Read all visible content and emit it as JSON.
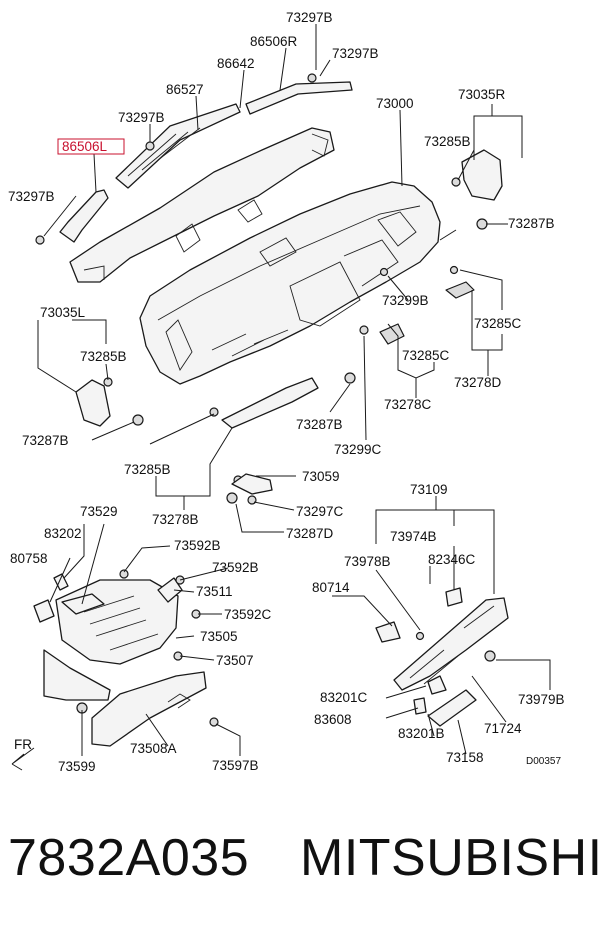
{
  "labels": {
    "l73297b_top": "73297B",
    "l86506r": "86506R",
    "l73297b_r": "73297B",
    "l86642": "86642",
    "l86527": "86527",
    "l73297b_mid": "73297B",
    "l86506l": "86506L",
    "l73297b_left": "73297B",
    "l73000": "73000",
    "l73035r": "73035R",
    "l73285b_r": "73285B",
    "l73287b_r": "73287B",
    "l73299b": "73299B",
    "l73285c_r": "73285C",
    "l73278d": "73278D",
    "l73285c_m": "73285C",
    "l73278c": "73278C",
    "l73035l": "73035L",
    "l73285b_l": "73285B",
    "l73287b_l": "73287B",
    "l73287b_c": "73287B",
    "l73299c": "73299C",
    "l73285b_c": "73285B",
    "l73059": "73059",
    "l73278b": "73278B",
    "l73297c": "73297C",
    "l73287d": "73287D",
    "l73109": "73109",
    "l73529": "73529",
    "l83202": "83202",
    "l80758": "80758",
    "l73592b_1": "73592B",
    "l73592b_2": "73592B",
    "l73511": "73511",
    "l73592c": "73592C",
    "l73505": "73505",
    "l73507": "73507",
    "l73508a": "73508A",
    "l73599": "73599",
    "l73597b": "73597B",
    "l73974b": "73974B",
    "l73978b": "73978B",
    "l82346c": "82346C",
    "l80714": "80714",
    "l73979b": "73979B",
    "l83201c": "83201C",
    "l71724": "71724",
    "l83608": "83608",
    "l83201b": "83201B",
    "l73158": "73158",
    "fr": "FR",
    "drawing_no": "D00357"
  },
  "footer": {
    "part_number": "7832A035",
    "brand": "MITSUBISHI"
  },
  "colors": {
    "highlight": "#c8102e",
    "ink": "#111111"
  }
}
